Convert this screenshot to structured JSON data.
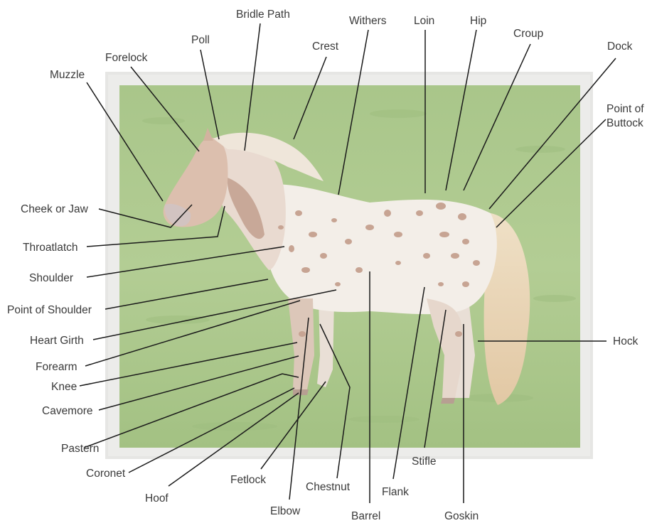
{
  "labels": {
    "bridle_path": "Bridle Path",
    "withers": "Withers",
    "loin": "Loin",
    "hip": "Hip",
    "poll": "Poll",
    "crest": "Crest",
    "croup": "Croup",
    "dock": "Dock",
    "forelock": "Forelock",
    "muzzle": "Muzzle",
    "point_of_buttock_line1": "Point of",
    "point_of_buttock_line2": "Buttock",
    "cheek_or_jaw": "Cheek or Jaw",
    "throatlatch": "Throatlatch",
    "shoulder": "Shoulder",
    "point_of_shoulder": "Point of Shoulder",
    "heart_girth": "Heart Girth",
    "forearm": "Forearm",
    "knee": "Knee",
    "cavemore": "Cavemore",
    "pastern": "Pastern",
    "coronet": "Coronet",
    "hoof": "Hoof",
    "fetlock": "Fetlock",
    "elbow": "Elbow",
    "chestnut": "Chestnut",
    "barrel": "Barrel",
    "flank": "Flank",
    "stifle": "Stifle",
    "goskin": "Goskin",
    "hock": "Hock"
  },
  "colors": {
    "frame": "#e7e7e5",
    "grass": "#aec98f",
    "horse_body": "#f4efe9",
    "horse_spots": "#c8a796",
    "mane": "#eee4d7",
    "tail": "#e9d3b4",
    "leader_line": "#1a1a1a",
    "label_text": "#3a3a3a"
  }
}
